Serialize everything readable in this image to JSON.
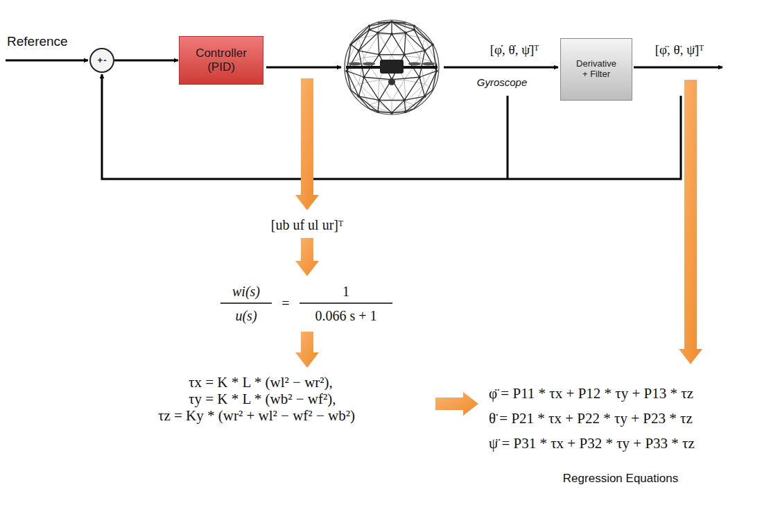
{
  "diagram": {
    "nodes": [
      {
        "text": [
          "+",
          "-"
        ]
      },
      {
        "text": [
          "Controller (PID)"
        ]
      },
      {
        "text": [
          "Derivative + Filter"
        ]
      }
    ],
    "edges": [
      {
        "from": 0,
        "to": 1,
        "arrow": "to"
      }
    ],
    "labels": [
      "Reference",
      "[φ̇, θ̇, ψ̇]ᵀ",
      "Gyroscope",
      "[φ̈, θ̈, ψ̈]ᵀ",
      "[ub uf ul ur]ᵀ",
      "wi(s)",
      "u(s)",
      "=",
      "1",
      "0.066 s + 1",
      "τx = K * L * (wl² − wr²),",
      "τy = K * L * (wb² − wf²),",
      "τz = Ky * (wr² + wl² − wf² − wb²)",
      "φ̈ = P11 * τx + P12 * τy + P13 * τz",
      "θ̈ = P21 * τx + P22 * τy + P23 * τz",
      "ψ̈ = P31 * τx + P32 * τy + P33 * τz",
      "Regression Equations"
    ]
  }
}
